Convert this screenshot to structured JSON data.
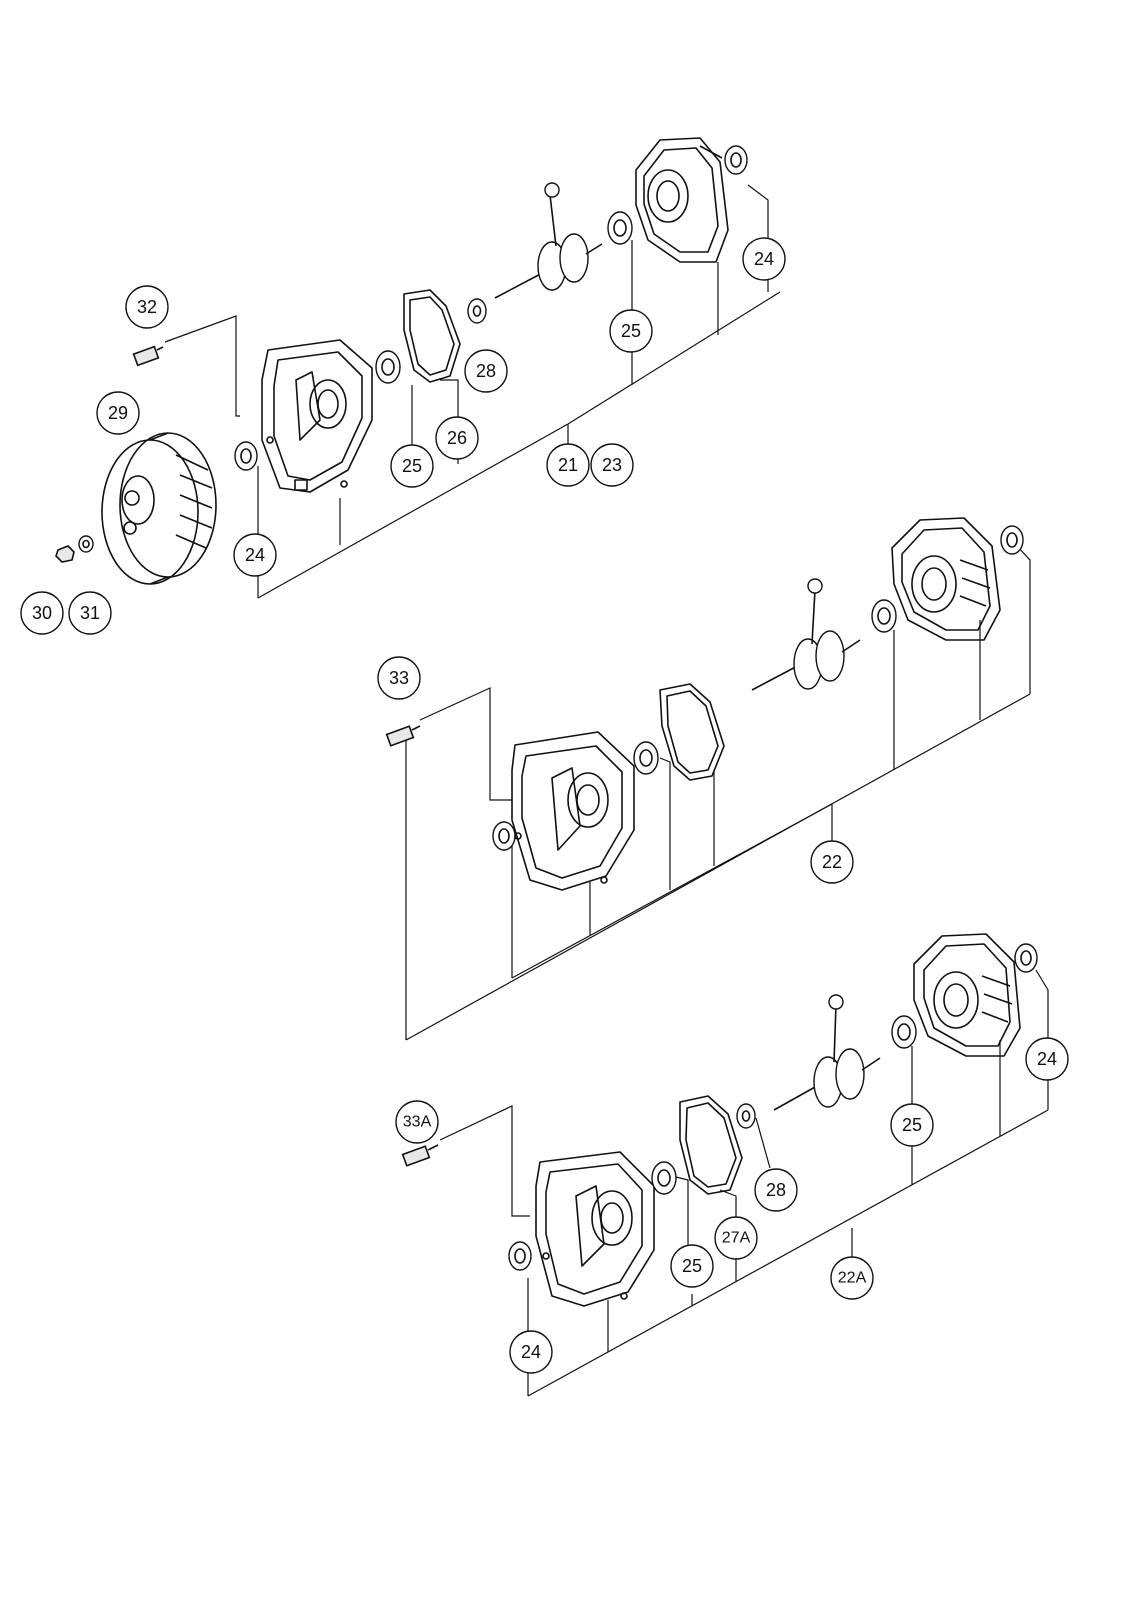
{
  "callouts": {
    "c32": "32",
    "c29": "29",
    "c30": "30",
    "c31": "31",
    "c24a": "24",
    "c25a": "25",
    "c26": "26",
    "c28a": "28",
    "c25b": "25",
    "c24b": "24",
    "c21": "21",
    "c23": "23",
    "c33": "33",
    "c22": "22",
    "c33a": "33A",
    "c28b": "28",
    "c25c": "25",
    "c24c": "24",
    "c27a": "27A",
    "c25d": "25",
    "c22a": "22A",
    "c24d": "24"
  }
}
